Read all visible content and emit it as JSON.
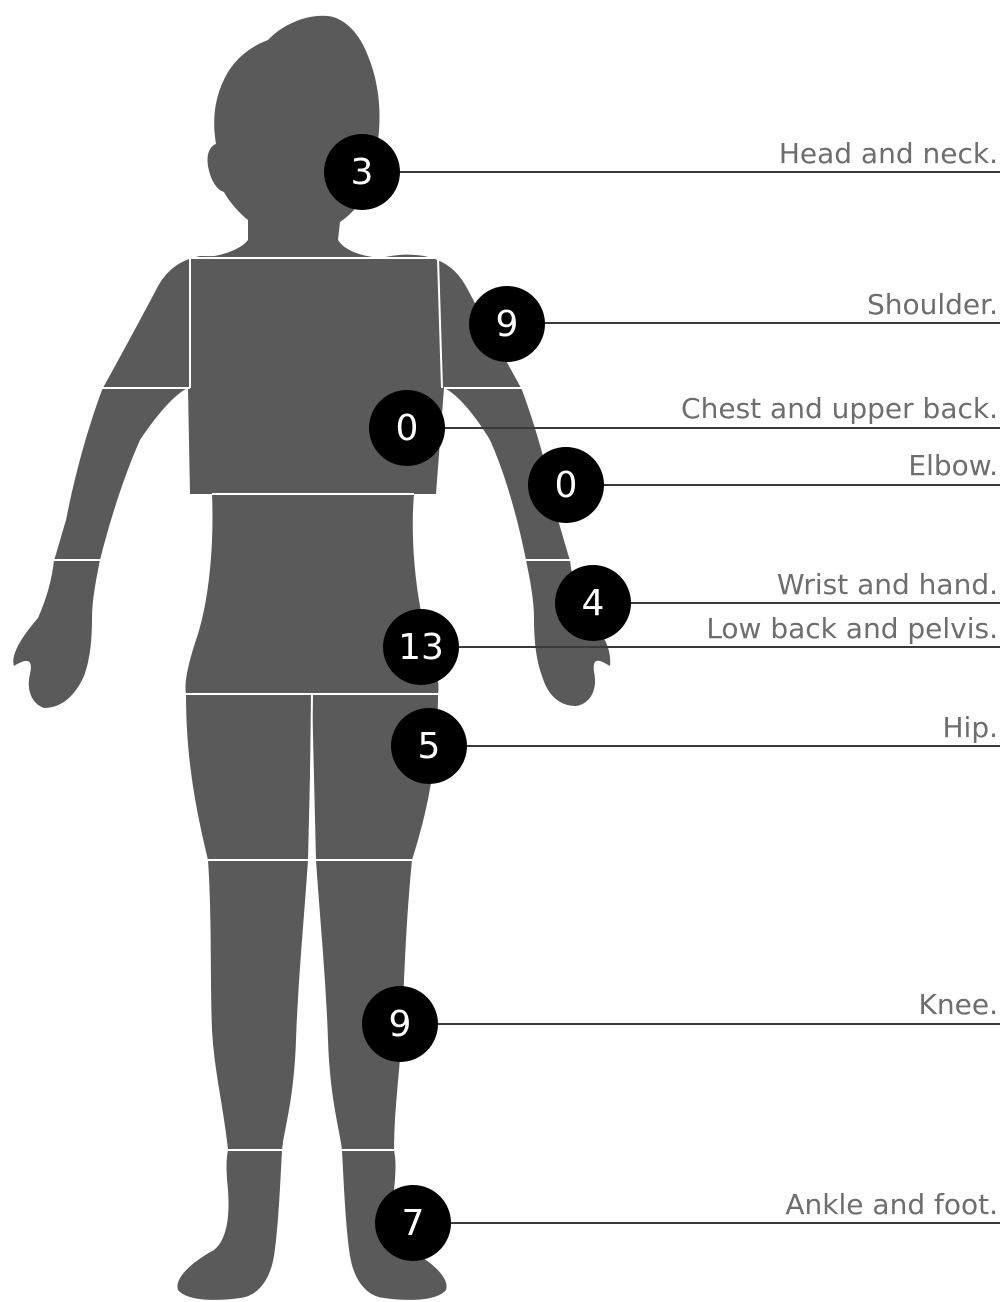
{
  "colors": {
    "silhouette": "#5a5a5a",
    "segment_lines": "#ffffff",
    "count_badge": "#000000",
    "count_text": "#ffffff",
    "label_text": "#6e6e6e",
    "leader_line": "#3a3a3a"
  },
  "regions": [
    {
      "id": "head-and-neck",
      "label": "Head and neck.",
      "count": "3"
    },
    {
      "id": "shoulder",
      "label": "Shoulder.",
      "count": "9"
    },
    {
      "id": "chest-and-upper-back",
      "label": "Chest and upper back.",
      "count": "0"
    },
    {
      "id": "elbow",
      "label": "Elbow.",
      "count": "0"
    },
    {
      "id": "wrist-and-hand",
      "label": "Wrist and hand.",
      "count": "4"
    },
    {
      "id": "low-back-and-pelvis",
      "label": "Low back and pelvis.",
      "count": "13"
    },
    {
      "id": "hip",
      "label": "Hip.",
      "count": "5"
    },
    {
      "id": "knee",
      "label": "Knee.",
      "count": "9"
    },
    {
      "id": "ankle-and-foot",
      "label": "Ankle and foot.",
      "count": "7"
    }
  ]
}
